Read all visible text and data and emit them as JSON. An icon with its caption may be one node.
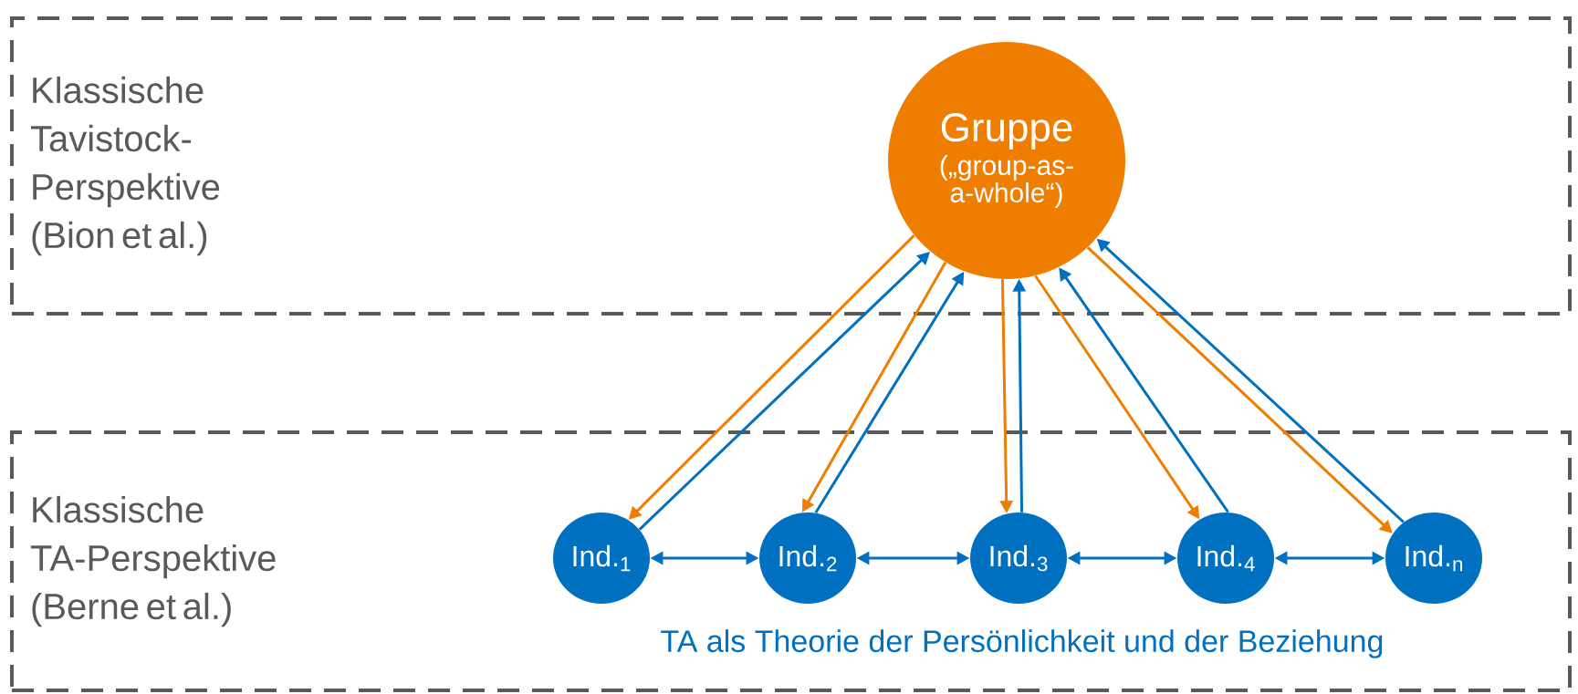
{
  "diagram": {
    "nodes": [
      {
        "text": [
          "Klassische Tavistock-Perspektive (Bion et al.)"
        ]
      },
      {
        "text": [
          "Klassische TA-Perspektive (Berne et al.)"
        ]
      },
      {
        "text": [
          "Gruppe",
          "(„group-as-a-whole“)"
        ],
        "in": 0
      },
      {
        "text": [
          "Ind.$_{1}$"
        ],
        "in": 1
      },
      {
        "text": [
          "Ind.$_{2}$"
        ],
        "in": 1
      },
      {
        "text": [
          "Ind.$_{3}$"
        ],
        "in": 1
      },
      {
        "text": [
          "Ind.$_{4}$"
        ],
        "in": 1
      },
      {
        "text": [
          "Ind.$_{n}$"
        ],
        "in": 1
      }
    ],
    "edges": [
      {
        "from": 2,
        "to": 3,
        "arrow": "to",
        "color": "#ef7d00"
      },
      {
        "from": 3,
        "to": 2,
        "arrow": "to"
      },
      {
        "from": 2,
        "to": 4,
        "arrow": "to",
        "color": "#ef7d00"
      },
      {
        "from": 4,
        "to": 2,
        "arrow": "to"
      },
      {
        "from": 2,
        "to": 5,
        "arrow": "to",
        "color": "#ef7d00"
      },
      {
        "from": 5,
        "to": 2,
        "arrow": "to"
      },
      {
        "from": 2,
        "to": 6,
        "arrow": "to",
        "color": "#ef7d00"
      },
      {
        "from": 6,
        "to": 2,
        "arrow": "to"
      },
      {
        "from": 2,
        "to": 7,
        "arrow": "to",
        "color": "#ef7d00"
      },
      {
        "from": 7,
        "to": 2,
        "arrow": "to"
      },
      {
        "from": 3,
        "to": 4,
        "arrow": "both"
      },
      {
        "from": 4,
        "to": 5,
        "arrow": "both"
      },
      {
        "from": 5,
        "to": 6,
        "arrow": "both"
      },
      {
        "from": 6,
        "to": 7,
        "arrow": "both"
      }
    ],
    "labels": [
      "TA als Theorie der Persönlichkeit und der Beziehung"
    ]
  }
}
